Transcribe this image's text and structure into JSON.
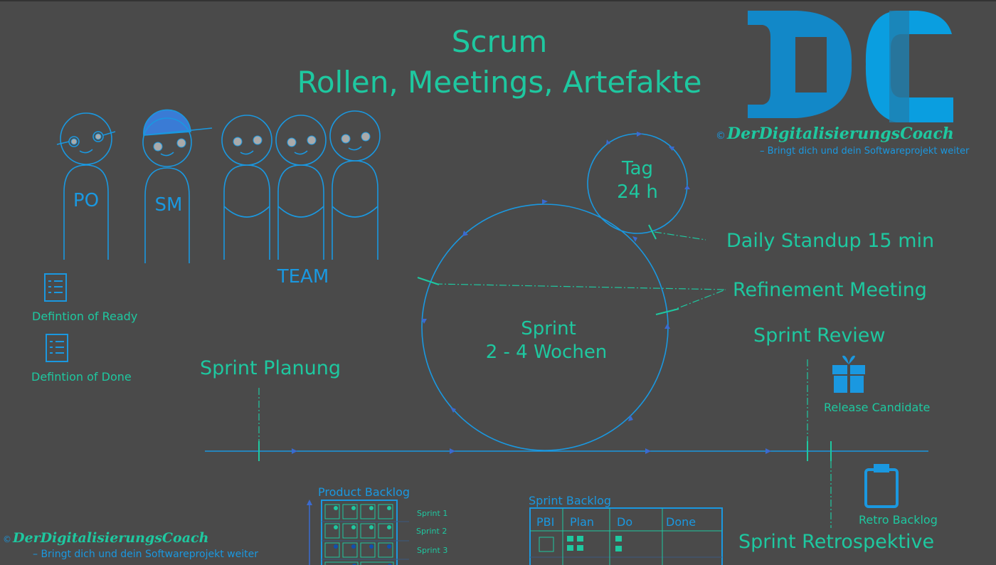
{
  "colors": {
    "background": "#4a4a4a",
    "teal": "#1ec8a0",
    "blue": "#1a98e0",
    "logo_dark": "#1e7fb0",
    "logo_light": "#00a0e6"
  },
  "title": {
    "line1": "Scrum",
    "line2": "Rollen, Meetings, Artefakte"
  },
  "logo": {
    "letters": "DC",
    "copyright": "©",
    "brand": "DerDigitalisierungsCoach",
    "tagline": "– Bringt dich und dein Softwareprojekt weiter"
  },
  "roles": {
    "po": "PO",
    "sm": "SM",
    "team": "TEAM"
  },
  "artifacts": {
    "dor": "Defintion of Ready",
    "dod": "Defintion of Done",
    "release": "Release Candidate",
    "retro_backlog": "Retro Backlog"
  },
  "cycle": {
    "day_line1": "Tag",
    "day_line2": "24 h",
    "sprint_line1": "Sprint",
    "sprint_line2": "2 - 4 Wochen"
  },
  "meetings": {
    "daily": "Daily Standup 15 min",
    "refinement": "Refinement Meeting",
    "review": "Sprint Review",
    "planning": "Sprint Planung",
    "retro": "Sprint Retrospektive"
  },
  "product_backlog": {
    "title": "Product Backlog",
    "rows": [
      "Sprint 1",
      "Sprint 2",
      "Sprint 3"
    ]
  },
  "sprint_backlog": {
    "title": "Sprint Backlog",
    "columns": [
      "PBI",
      "Plan",
      "Do",
      "Done"
    ]
  },
  "footer": {
    "copyright": "©",
    "brand": "DerDigitalisierungsCoach",
    "tagline": "– Bringt dich und dein Softwareprojekt weiter"
  }
}
